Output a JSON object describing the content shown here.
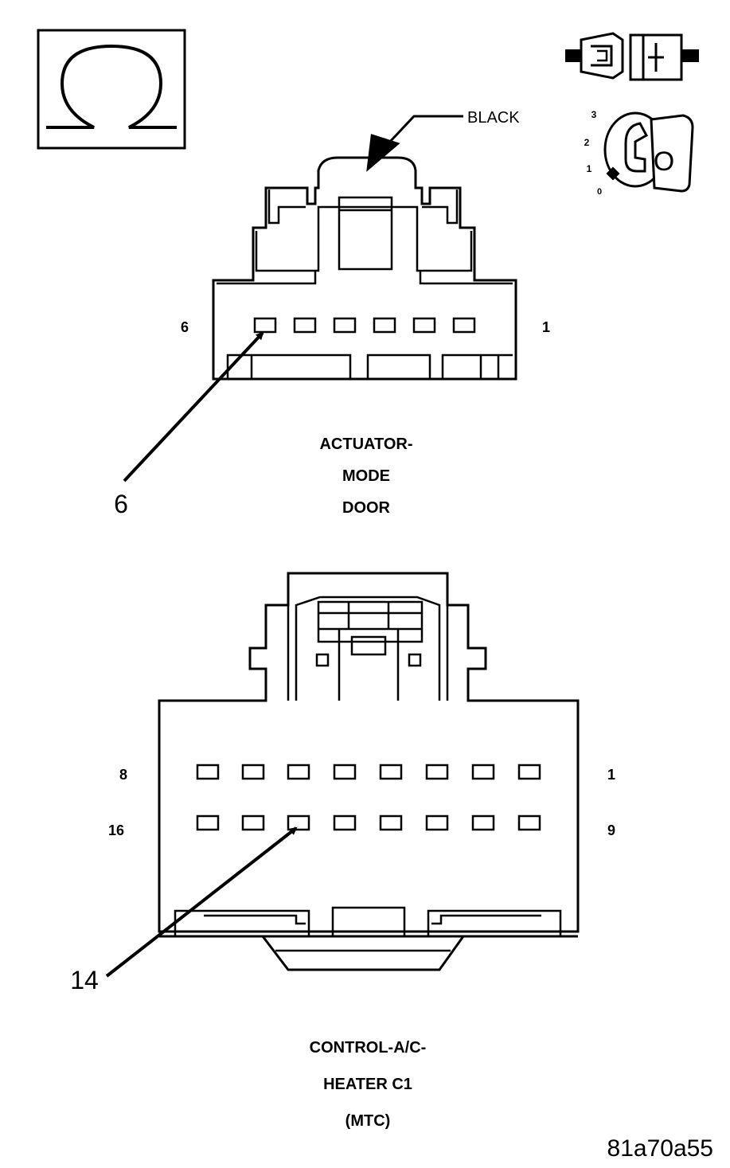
{
  "ohmmeter_icon": "ohm-symbol-icon",
  "connector_icon": "connector-unplugged-icon",
  "ignition_icon": "ignition-key-off-icon",
  "ignition_positions": [
    "3",
    "2",
    "1",
    "0"
  ],
  "ignition_key_label": "O",
  "actuator": {
    "wire_color_label": "BLACK",
    "left_pin_label": "6",
    "right_pin_label": "1",
    "pins": [
      6,
      5,
      4,
      3,
      2,
      1
    ],
    "callout_pin": "6",
    "title_lines": [
      "ACTUATOR-",
      "MODE",
      "DOOR"
    ]
  },
  "control": {
    "row1_left_label": "8",
    "row1_right_label": "1",
    "row2_left_label": "16",
    "row2_right_label": "9",
    "row1_pins": [
      8,
      7,
      6,
      5,
      4,
      3,
      2,
      1
    ],
    "row2_pins": [
      16,
      15,
      14,
      13,
      12,
      11,
      10,
      9
    ],
    "callout_pin": "14",
    "title_lines": [
      "CONTROL-A/C-",
      "HEATER C1",
      "(MTC)"
    ]
  },
  "figure_id": "81a70a55"
}
